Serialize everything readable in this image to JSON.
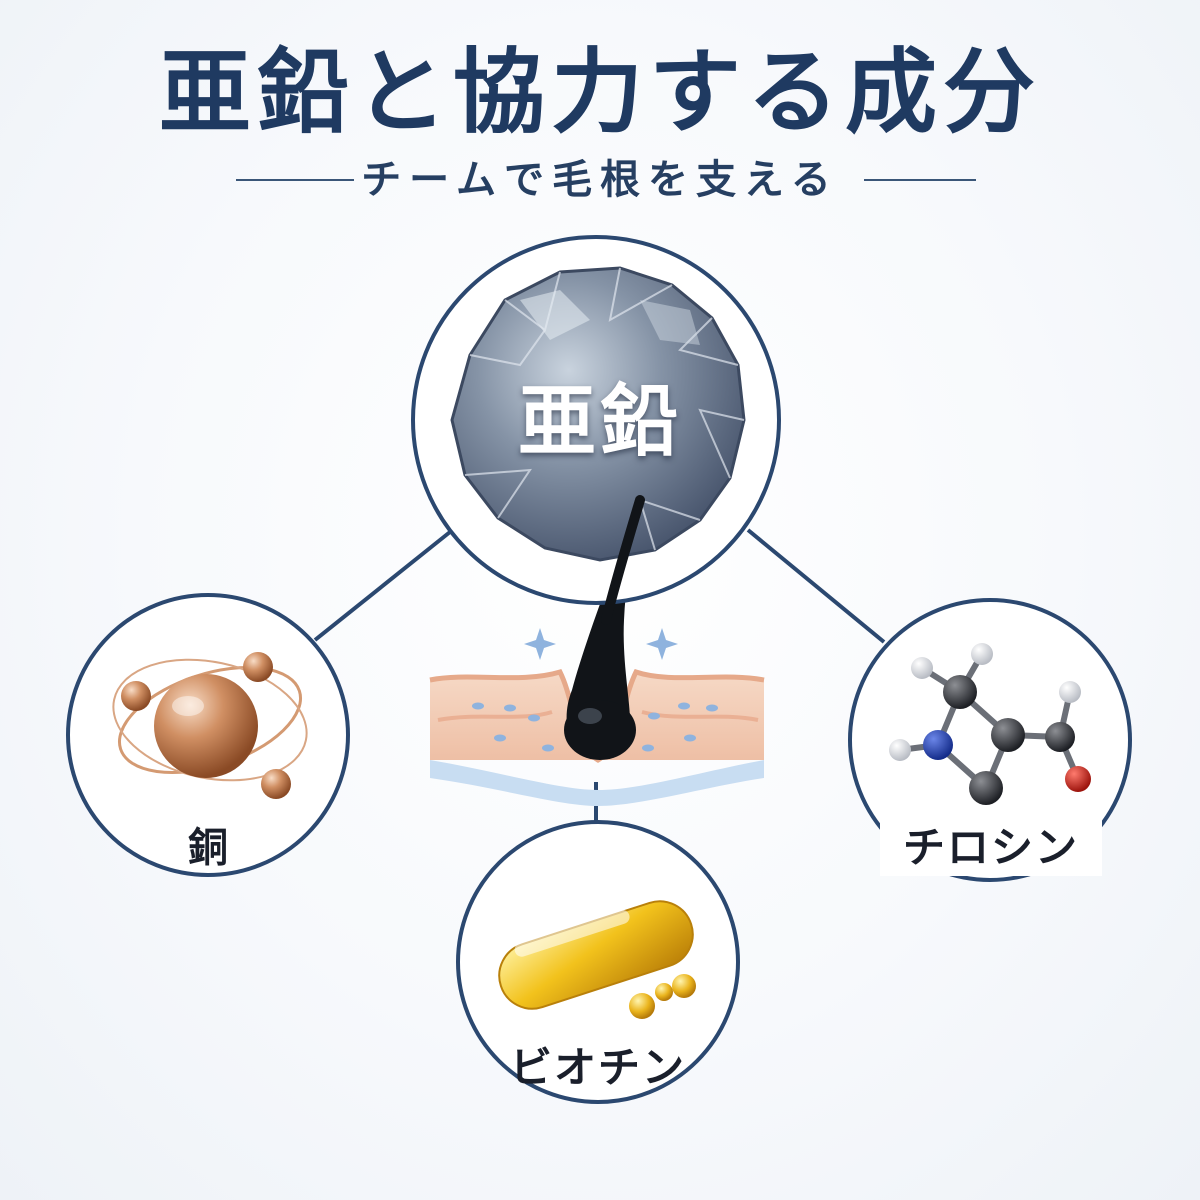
{
  "header": {
    "title": "亜鉛と協力する成分",
    "subtitle": "チームで毛根を支える"
  },
  "nodes": {
    "center": {
      "label": "亜鉛",
      "icon": "zinc-mineral-icon"
    },
    "left": {
      "label": "銅",
      "icon": "copper-atom-icon"
    },
    "bottom": {
      "label": "ビオチン",
      "icon": "biotin-capsule-icon"
    },
    "right": {
      "label": "チロシン",
      "icon": "tyrosine-molecule-icon"
    }
  },
  "colors": {
    "navy": "#1f3a61",
    "ring": "#2b4870",
    "copper": "#c98a5b",
    "gold": "#e9b21a",
    "skin": "#f4cdb6",
    "hair": "#111418"
  }
}
